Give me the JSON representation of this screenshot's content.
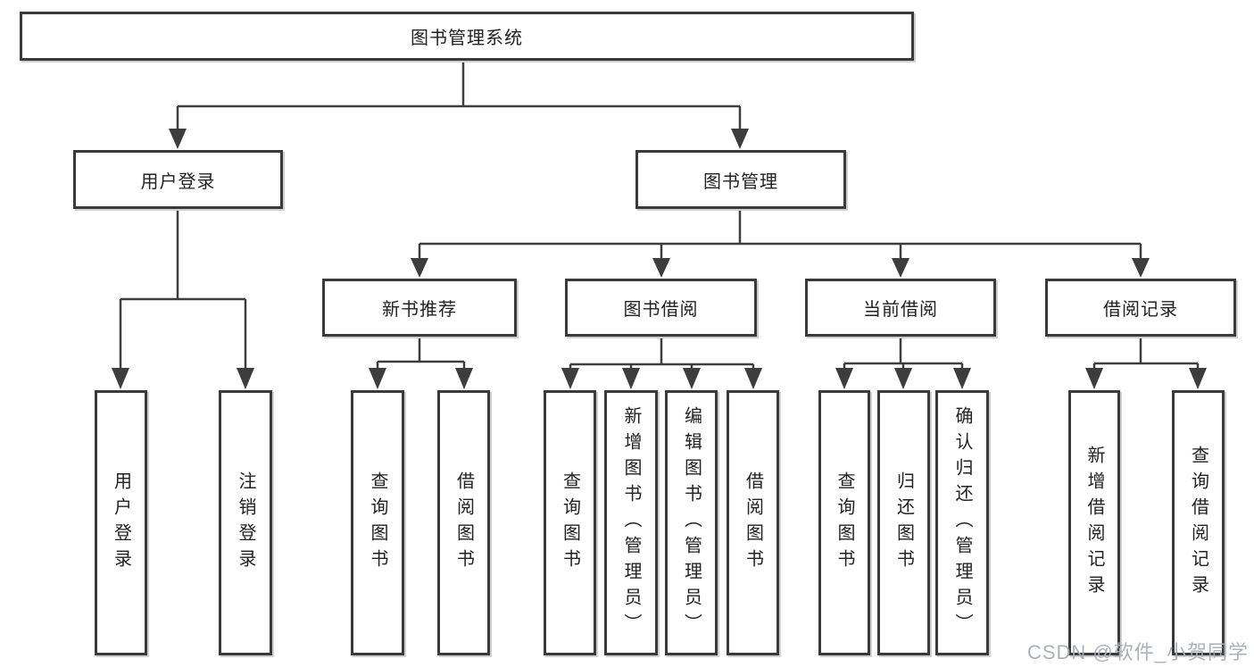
{
  "diagram": {
    "root": {
      "label": "图书管理系统"
    },
    "level2": [
      {
        "label": "用户登录"
      },
      {
        "label": "图书管理"
      }
    ],
    "level3": [
      {
        "label": "新书推荐"
      },
      {
        "label": "图书借阅"
      },
      {
        "label": "当前借阅"
      },
      {
        "label": "借阅记录"
      }
    ],
    "level4": [
      {
        "label": "用户登录"
      },
      {
        "label": "注销登录"
      },
      {
        "label": "查询图书"
      },
      {
        "label": "借阅图书"
      },
      {
        "label": "查询图书"
      },
      {
        "label": "新增图书（管理员）"
      },
      {
        "label": "编辑图书（管理员）"
      },
      {
        "label": "借阅图书"
      },
      {
        "label": "查询图书"
      },
      {
        "label": "归还图书"
      },
      {
        "label": "确认归还（管理员）"
      },
      {
        "label": "新增借阅记录"
      },
      {
        "label": "查询借阅记录"
      }
    ],
    "watermark": "CSDN @软件_小贺同学",
    "colors": {
      "line": "#3d3d3d",
      "border": "#3a3a3a",
      "text": "#222222",
      "background": "#ffffff",
      "watermark": "#a8acb5"
    }
  }
}
